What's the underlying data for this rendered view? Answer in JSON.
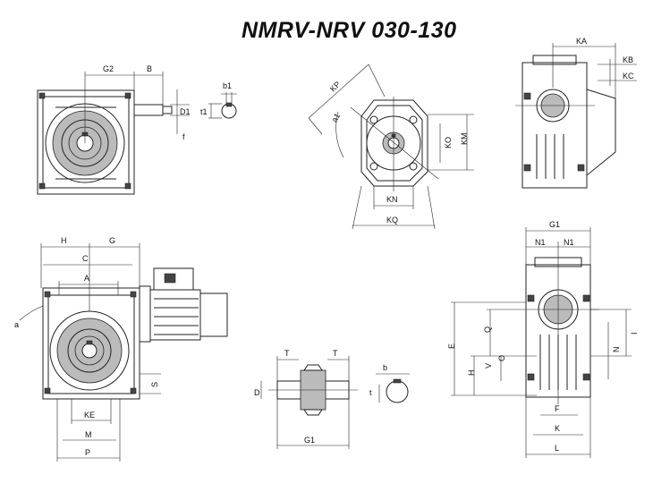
{
  "title": "NMRV-NRV 030-130",
  "labels": {
    "G2": "G2",
    "B": "B",
    "D1": "D1",
    "t1": "t1",
    "b1": "b1",
    "f": "f",
    "KP": "KP",
    "a1": "a1",
    "KO": "KO",
    "KM": "KM",
    "KN": "KN",
    "KQ": "KQ",
    "KA": "KA",
    "KB": "KB",
    "KC": "KC",
    "H": "H",
    "G": "G",
    "C": "C",
    "A": "A",
    "a": "a",
    "S": "S",
    "KE": "KE",
    "M": "M",
    "P": "P",
    "T1": "T",
    "T2": "T",
    "D": "D",
    "G1b": "G1",
    "b": "b",
    "t": "t",
    "G1": "G1",
    "N1a": "N1",
    "N1b": "N1",
    "E": "E",
    "Q": "Q",
    "Hr": "H",
    "V": "V",
    "O": "O",
    "I": "I",
    "N": "N",
    "F": "F",
    "K": "K",
    "L": "L"
  }
}
